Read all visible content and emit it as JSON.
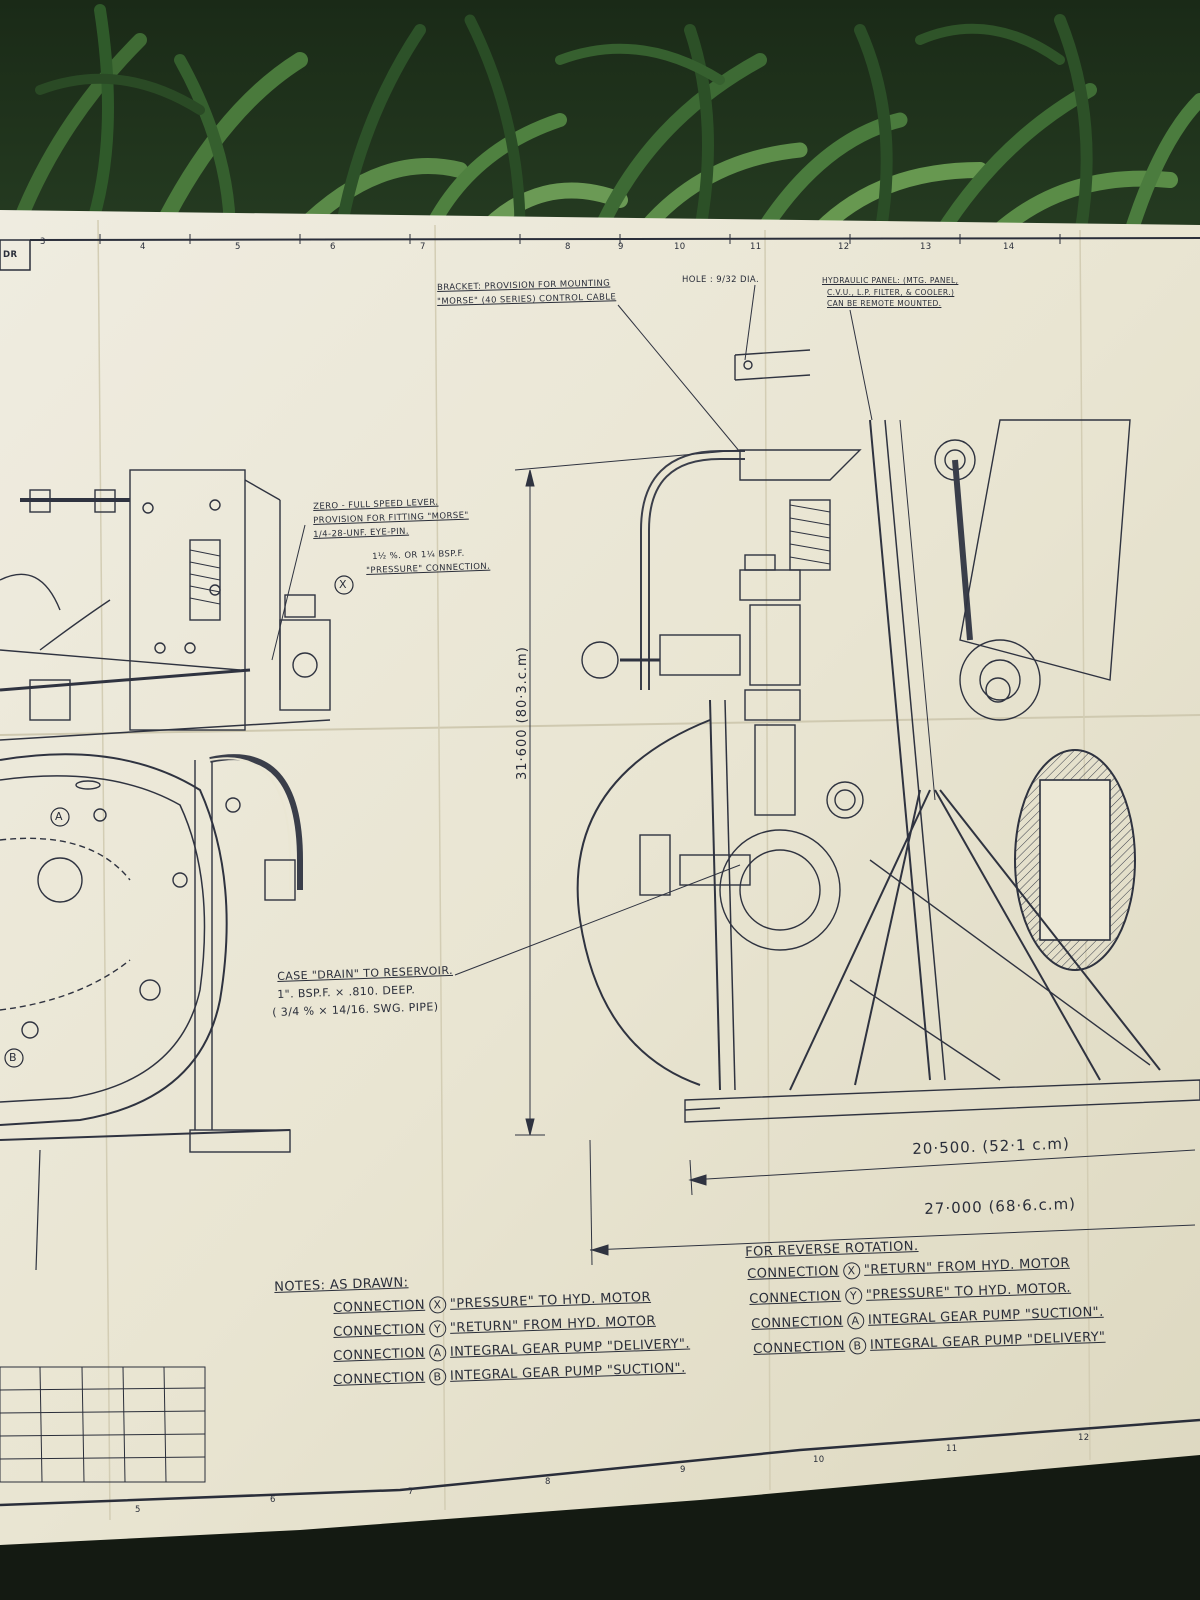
{
  "drawing": {
    "title_block_fragment": "DR",
    "top_ruler_numbers": [
      "3",
      "4",
      "5",
      "6",
      "7",
      "8",
      "9",
      "10",
      "11",
      "12",
      "13",
      "14"
    ],
    "bottom_ruler_numbers": [
      "5",
      "6",
      "7",
      "8",
      "9",
      "10",
      "11",
      "12"
    ],
    "callouts": {
      "bracket_line1": "BRACKET: PROVISION FOR MOUNTING",
      "bracket_line2": "\"MORSE\" (40 SERIES) CONTROL CABLE",
      "hole": "HOLE : 9/32 DIA.",
      "hydraulic_line1": "HYDRAULIC PANEL: (MTG. PANEL,",
      "hydraulic_line2": "C.V.U., L.P. FILTER, & COOLER.)",
      "hydraulic_line3": "CAN BE REMOTE MOUNTED.",
      "lever_line1": "ZERO - FULL SPEED LEVER.",
      "lever_line2": "PROVISION FOR FITTING \"MORSE\"",
      "lever_line3": "1/4-28-UNF. EYE-PIN.",
      "pressure_line1": "1½ %. OR 1¼ BSP.F.",
      "pressure_line2": "\"PRESSURE\" CONNECTION.",
      "drain_line1": "CASE \"DRAIN\" TO RESERVOIR.",
      "drain_line2": "1\". BSP.F. × .810. DEEP.",
      "drain_line3": "( 3/4 % × 14/16. SWG. PIPE)"
    },
    "markers": {
      "x": "X",
      "a": "A",
      "b": "B"
    },
    "dimensions": {
      "height": "31·600 (80·3.c.m)",
      "base_width": "20·500. (52·1 c.m)",
      "overall_width": "27·000 (68·6.c.m)"
    },
    "notes": {
      "heading": "NOTES: AS DRAWN:",
      "rows": [
        {
          "label": "CONNECTION",
          "mark": "X",
          "text": "\"PRESSURE\" TO HYD. MOTOR"
        },
        {
          "label": "CONNECTION",
          "mark": "Y",
          "text": "\"RETURN\" FROM HYD. MOTOR"
        },
        {
          "label": "CONNECTION",
          "mark": "A",
          "text": "INTEGRAL GEAR PUMP \"DELIVERY\"."
        },
        {
          "label": "CONNECTION",
          "mark": "B",
          "text": "INTEGRAL GEAR PUMP \"SUCTION\"."
        }
      ]
    },
    "reverse": {
      "heading": "FOR REVERSE ROTATION.",
      "rows": [
        {
          "label": "CONNECTION",
          "mark": "X",
          "text": "\"RETURN\" FROM HYD. MOTOR"
        },
        {
          "label": "CONNECTION",
          "mark": "Y",
          "text": "\"PRESSURE\" TO HYD. MOTOR."
        },
        {
          "label": "CONNECTION",
          "mark": "A",
          "text": "INTEGRAL GEAR PUMP \"SUCTION\"."
        },
        {
          "label": "CONNECTION",
          "mark": "B",
          "text": "INTEGRAL GEAR PUMP \"DELIVERY\""
        }
      ]
    }
  },
  "colors": {
    "paper": "#ece8d6",
    "ink": "#2a2e3a",
    "foliage": "#1f3a1e",
    "ground": "#141a12"
  }
}
